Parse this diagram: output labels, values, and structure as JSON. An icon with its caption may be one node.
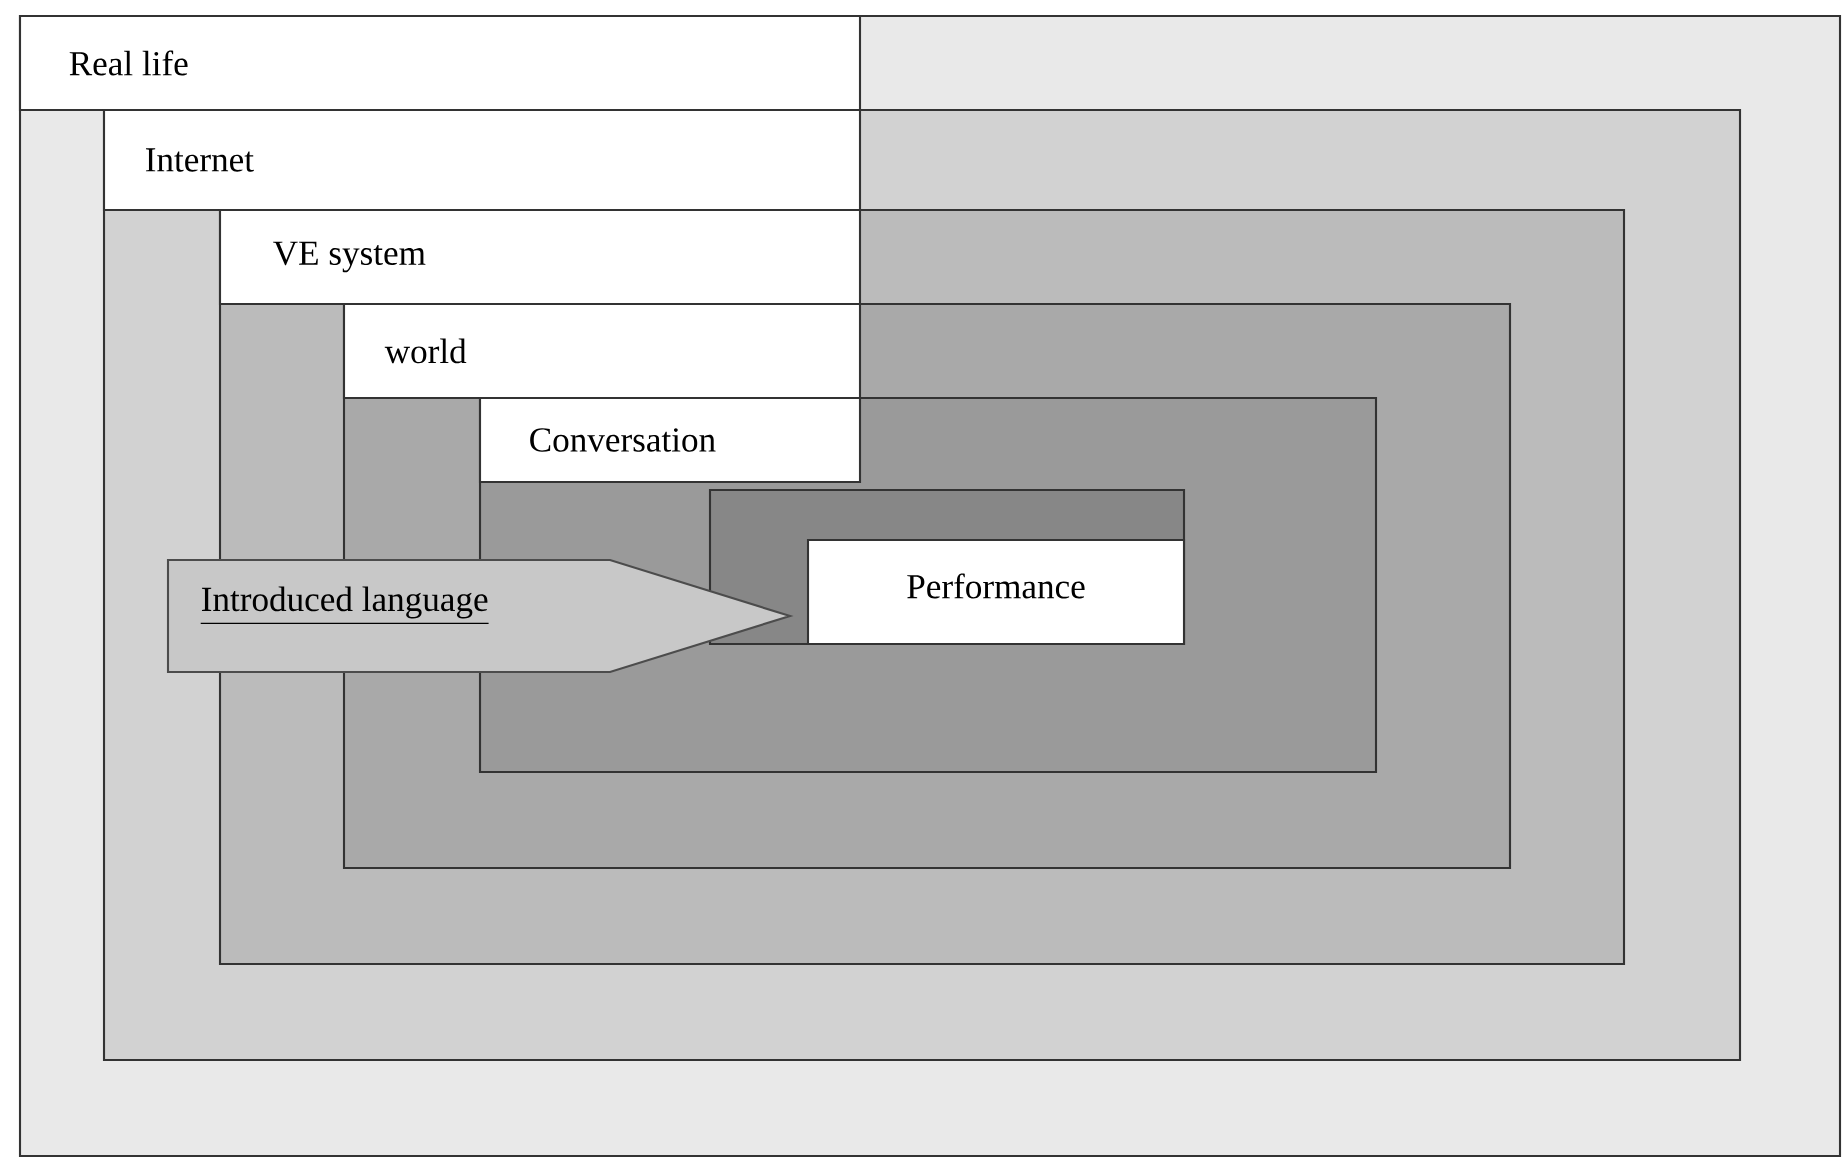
{
  "diagram": {
    "nodes": [
      {
        "text": [
          "Real life"
        ]
      },
      {
        "text": [
          "Internet"
        ],
        "in": 0
      },
      {
        "text": [
          "VE system"
        ],
        "in": 1
      },
      {
        "text": [
          "world"
        ],
        "in": 2
      },
      {
        "text": [
          "Conversation"
        ],
        "in": 3
      },
      {
        "text": [],
        "shape": "box",
        "in": 4
      },
      {
        "text": [
          "Performance"
        ],
        "in": 5
      },
      {
        "text": [
          "Introduced language"
        ],
        "in": 1
      }
    ]
  }
}
